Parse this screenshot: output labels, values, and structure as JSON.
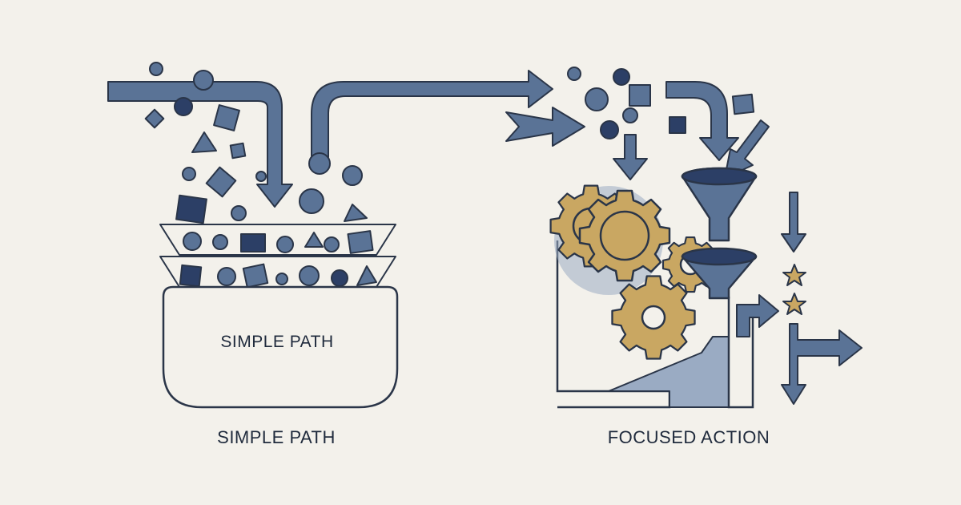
{
  "diagram": {
    "left": {
      "container_label": "SIMPLE PATH",
      "caption": "SIMPLE PATH"
    },
    "right": {
      "caption": "FOCUSED ACTION"
    },
    "colors": {
      "background": "#f3f1eb",
      "steel_blue": "#5a7396",
      "navy": "#2c3f66",
      "outline": "#2a3548",
      "gold": "#c9a762",
      "pale_blue": "#9aabc3"
    },
    "icons": [
      "gear-icon",
      "funnel-icon",
      "star-icon",
      "arrow-icon"
    ]
  }
}
